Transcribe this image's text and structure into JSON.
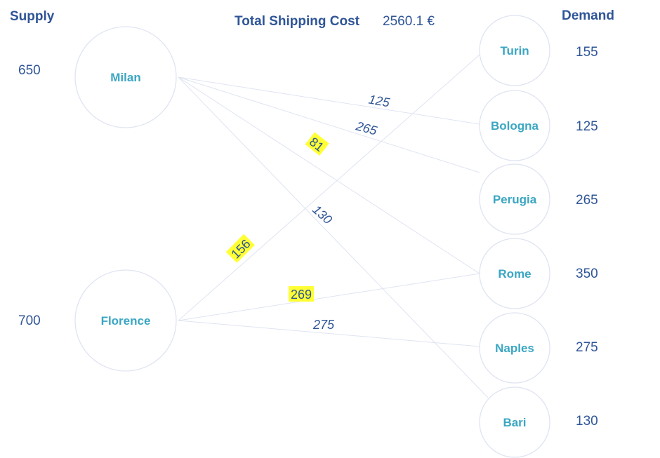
{
  "header": {
    "supply_title": "Supply",
    "demand_title": "Demand",
    "cost_title": "Total Shipping Cost",
    "cost_value": "2560.1 €"
  },
  "colors": {
    "title": "#2f5597",
    "node_label": "#3aa6c2",
    "node_stroke": "#dfe4f1",
    "flow_text": "#2f5597",
    "highlight": "#ffff33"
  },
  "suppliers": [
    {
      "id": "milan",
      "name": "Milan",
      "supply": "650"
    },
    {
      "id": "florence",
      "name": "Florence",
      "supply": "700"
    }
  ],
  "customers": [
    {
      "id": "turin",
      "name": "Turin",
      "demand": "155"
    },
    {
      "id": "bologna",
      "name": "Bologna",
      "demand": "125"
    },
    {
      "id": "perugia",
      "name": "Perugia",
      "demand": "265"
    },
    {
      "id": "rome",
      "name": "Rome",
      "demand": "350"
    },
    {
      "id": "naples",
      "name": "Naples",
      "demand": "275"
    },
    {
      "id": "bari",
      "name": "Bari",
      "demand": "130"
    }
  ],
  "flows": [
    {
      "from": "milan",
      "to": "bologna",
      "label": "125",
      "highlight": false
    },
    {
      "from": "milan",
      "to": "perugia",
      "label": "265",
      "highlight": false
    },
    {
      "from": "milan",
      "to": "rome",
      "label": "81",
      "highlight": true
    },
    {
      "from": "milan",
      "to": "bari",
      "label": "130",
      "highlight": false
    },
    {
      "from": "florence",
      "to": "turin",
      "label": "156",
      "highlight": true
    },
    {
      "from": "florence",
      "to": "rome",
      "label": "269",
      "highlight": true
    },
    {
      "from": "florence",
      "to": "naples",
      "label": "275",
      "highlight": false
    }
  ]
}
